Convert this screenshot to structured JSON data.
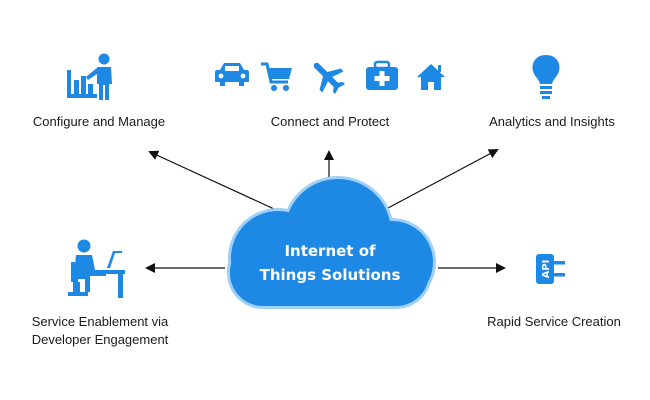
{
  "center": {
    "line1": "Internet of",
    "line2": "Things Solutions"
  },
  "nodes": {
    "configure": {
      "label": "Configure and Manage"
    },
    "connect": {
      "label": "Connect and Protect"
    },
    "analytics": {
      "label": "Analytics and Insights"
    },
    "service": {
      "line1": "Service Enablement via",
      "line2": "Developer Engagement"
    },
    "rapid": {
      "label": "Rapid Service Creation"
    }
  },
  "icons": {
    "configure": "presenter-chart-icon",
    "connect": [
      "car-icon",
      "shopping-cart-icon",
      "airplane-icon",
      "medical-kit-icon",
      "home-icon"
    ],
    "analytics": "light-bulb-icon",
    "service": "developer-at-desk-icon",
    "rapid": "api-plug-icon",
    "api_text": "API"
  },
  "colors": {
    "accent": "#1e88e5",
    "cloud": "#1e88e5",
    "cloud_outline": "#9fd0f7",
    "text": "#1a1a1a",
    "arrow": "#111111"
  }
}
